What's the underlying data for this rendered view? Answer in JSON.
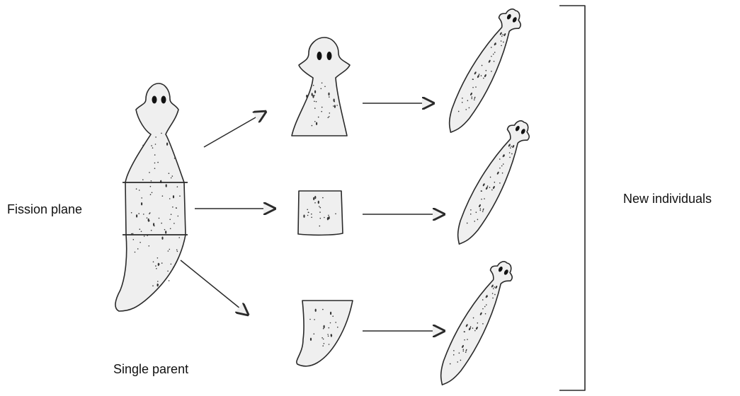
{
  "labels": {
    "fission_plane": "Fission plane",
    "single_parent": "Single parent",
    "new_individuals": "New individuals"
  },
  "colors": {
    "ink": "#2a2a2a",
    "body_fill": "#efefef",
    "speckle": "#333333"
  }
}
